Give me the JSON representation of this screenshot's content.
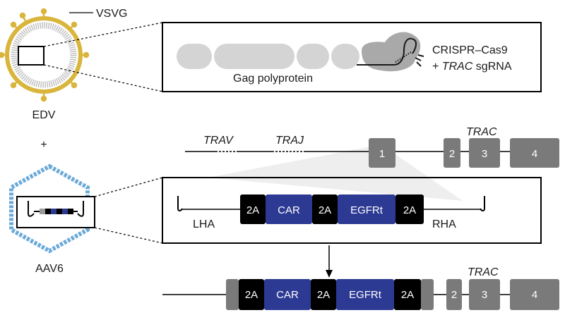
{
  "labels": {
    "vsvg": "VSVG",
    "edv": "EDV",
    "plus": "+",
    "aav6": "AAV6",
    "gag": "Gag polyprotein",
    "crispr_line1": "CRISPR–Cas9",
    "crispr_plus": "+ ",
    "crispr_trac": "TRAC",
    "crispr_sgrna": " sgRNA",
    "trav": "TRAV",
    "traj": "TRAJ",
    "trac_top": "TRAC",
    "trac_bottom": "TRAC",
    "lha": "LHA",
    "rha": "RHA"
  },
  "exons": [
    "1",
    "2",
    "3",
    "4"
  ],
  "cassette": [
    "2A",
    "CAR",
    "2A",
    "EGFRt",
    "2A"
  ],
  "colors": {
    "envelope": "#d9b53c",
    "capsid": "#6aa9d8",
    "exon": "#7a7a7a",
    "car_blue": "#2d3a93",
    "black_block": "#000000",
    "gag_grey": "#d4d4d4",
    "cas9_grey": "#a9a9a9"
  }
}
